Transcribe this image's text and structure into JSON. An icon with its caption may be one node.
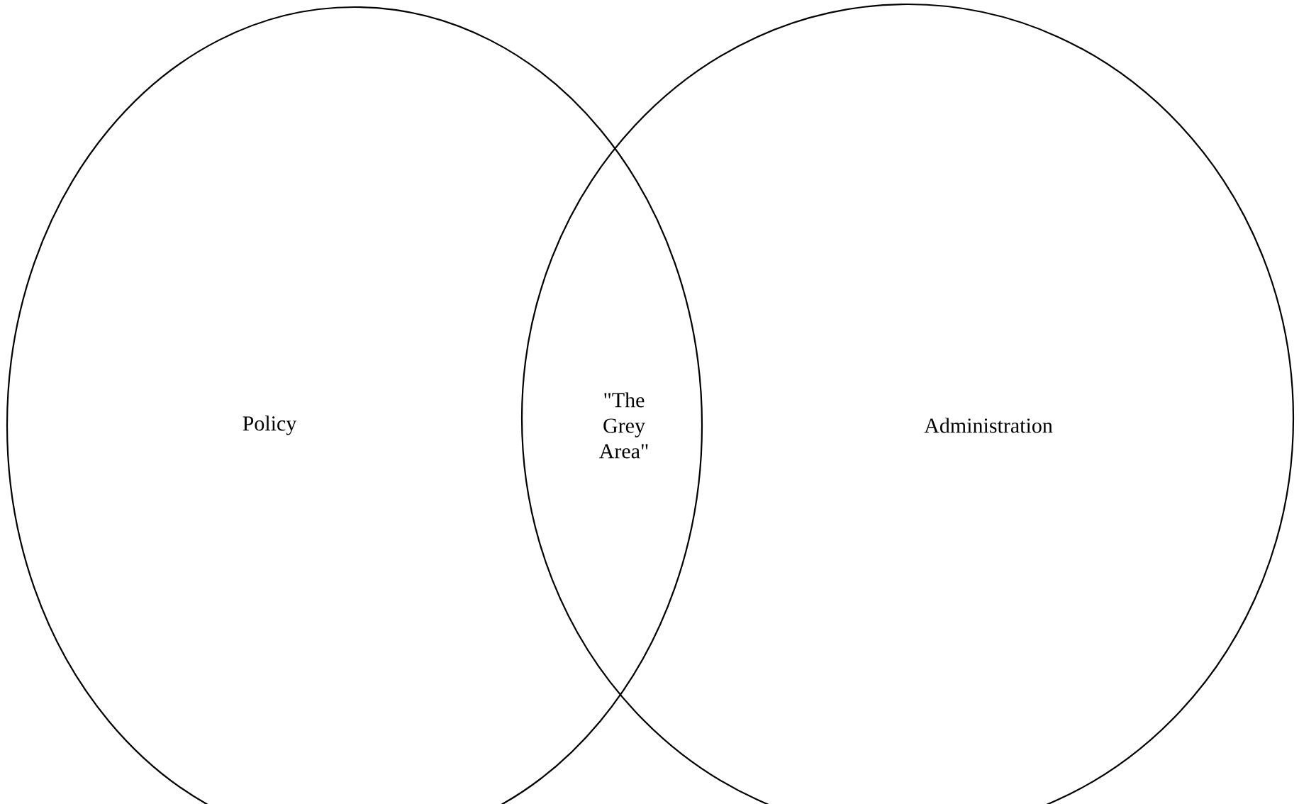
{
  "diagram": {
    "nodes": [
      {
        "text": [
          "Policy"
        ]
      },
      {
        "text": [
          "Administration"
        ]
      }
    ],
    "labels": [
      "\"The Grey Area\""
    ]
  }
}
